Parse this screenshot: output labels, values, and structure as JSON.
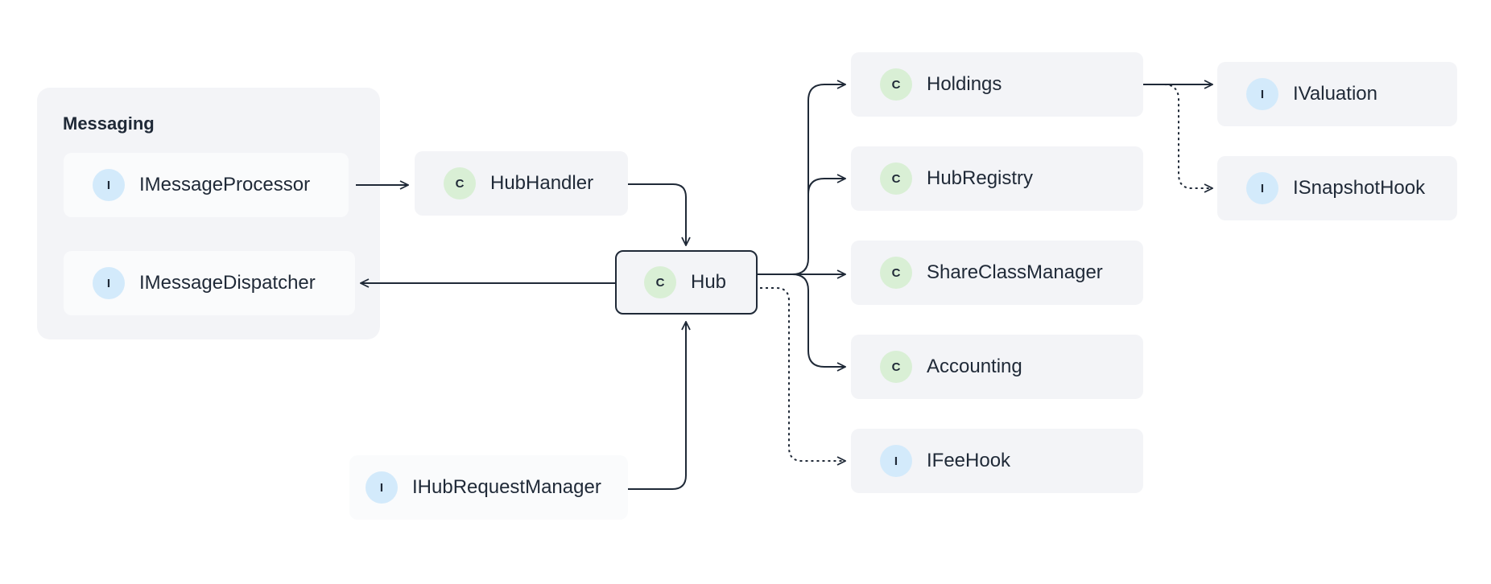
{
  "groups": {
    "messaging": {
      "title": "Messaging"
    }
  },
  "nodes": {
    "imessageprocessor": {
      "badge": "I",
      "label": "IMessageProcessor"
    },
    "imessagedispatcher": {
      "badge": "I",
      "label": "IMessageDispatcher"
    },
    "hubhandler": {
      "badge": "C",
      "label": "HubHandler"
    },
    "hub": {
      "badge": "C",
      "label": "Hub"
    },
    "ihubrequestmanager": {
      "badge": "I",
      "label": "IHubRequestManager"
    },
    "holdings": {
      "badge": "C",
      "label": "Holdings"
    },
    "hubregistry": {
      "badge": "C",
      "label": "HubRegistry"
    },
    "shareclassmanager": {
      "badge": "C",
      "label": "ShareClassManager"
    },
    "accounting": {
      "badge": "C",
      "label": "Accounting"
    },
    "ifeehook": {
      "badge": "I",
      "label": "IFeeHook"
    },
    "ivaluation": {
      "badge": "I",
      "label": "IValuation"
    },
    "isnapshothook": {
      "badge": "I",
      "label": "ISnapshotHook"
    }
  },
  "colors": {
    "class_badge": "#d9efd5",
    "interface_badge": "#d3eafb",
    "node_fill": "#f3f4f7",
    "edge": "#1f2937"
  }
}
